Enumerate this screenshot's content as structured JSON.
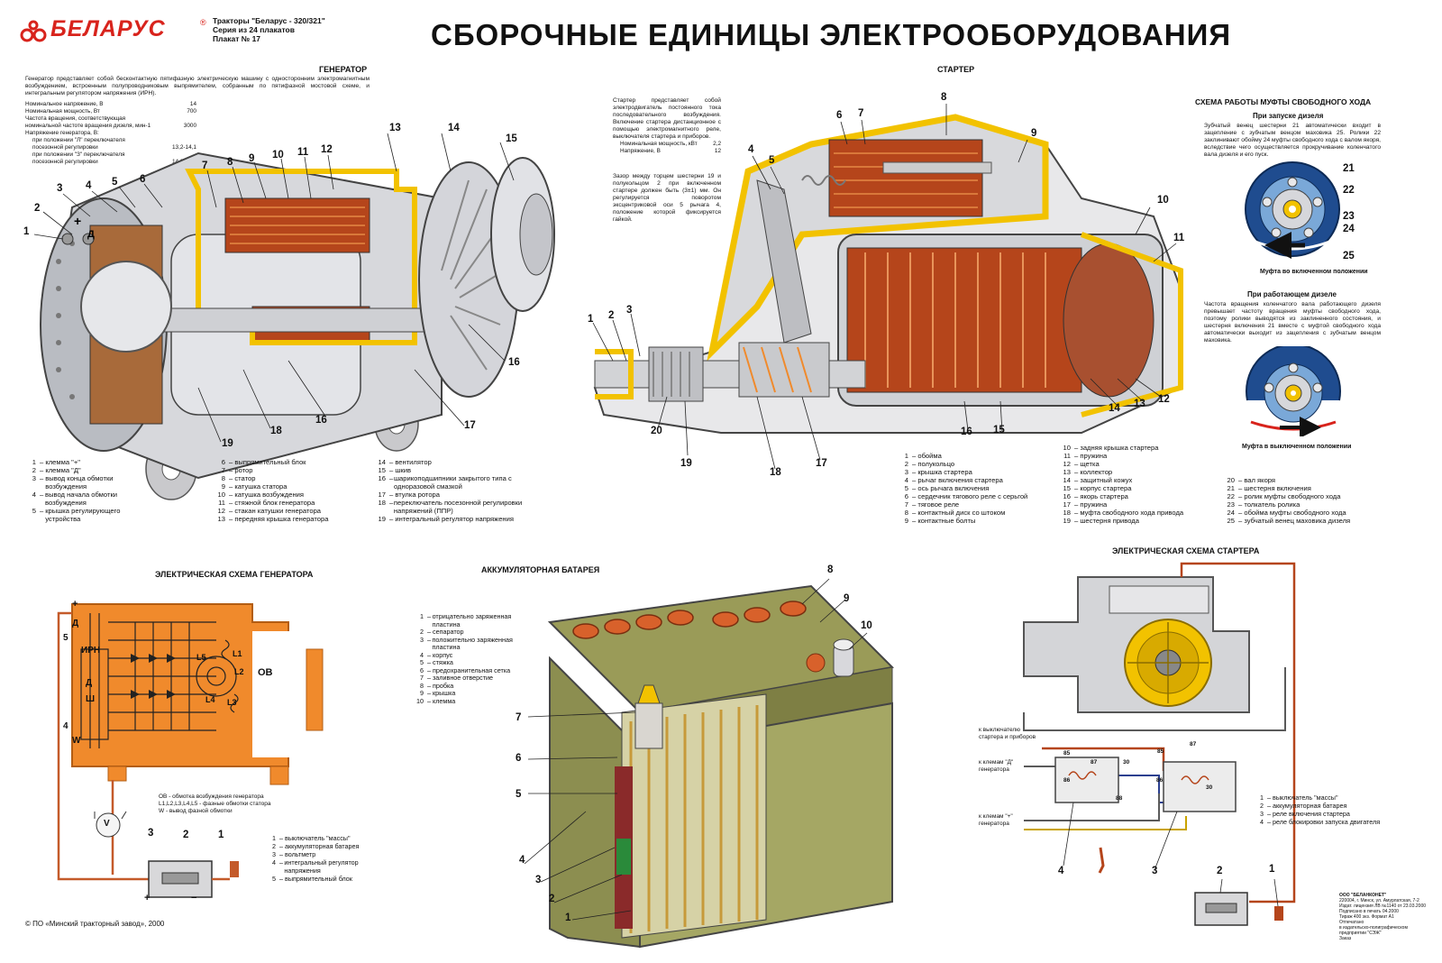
{
  "header": {
    "brand": "БЕЛАРУС",
    "series_lines": [
      "Тракторы \"Беларус - 320/321\"",
      "Серия из 24 плакатов",
      "Плакат № 17"
    ],
    "title": "СБОРОЧНЫЕ ЕДИНИЦЫ ЭЛЕКТРООБОРУДОВАНИЯ"
  },
  "generator": {
    "title": "ГЕНЕРАТОР",
    "description": "Генератор представляет собой бесконтактную пятифазную электрическую машину с односторонним электромагнитным возбуждением, встроенным полупроводниковым выпрямителем, собранным по пятифазной мостовой схеме, и интегральным регулятором напряжения (ИРН).",
    "specs": [
      {
        "label": "Номинальное напряжение, В",
        "value": "14"
      },
      {
        "label": "Номинальная мощность, Вт",
        "value": "700"
      },
      {
        "label": "Частота вращения, соответствующая",
        "value": ""
      },
      {
        "label": "номинальной частоте вращения дизеля, мин-1",
        "value": "3000"
      },
      {
        "label": "Напряжение генератора, В:",
        "value": ""
      },
      {
        "label": "при положении \"Л\" переключателя",
        "value": ""
      },
      {
        "label": "посезонной регулировки",
        "value": "13,2-14,1"
      },
      {
        "label": "при положении \"З\" переключателя",
        "value": ""
      },
      {
        "label": "посезонной регулировки",
        "value": "14,3-15,2"
      }
    ],
    "callouts": [
      "1",
      "2",
      "3",
      "4",
      "5",
      "6",
      "7",
      "8",
      "9",
      "10",
      "11",
      "12",
      "13",
      "14",
      "15",
      "16",
      "16",
      "17",
      "18",
      "19"
    ],
    "sign_plus": "+",
    "sign_d": "Д",
    "legend_col1": [
      {
        "n": "1",
        "t": "клемма \"+\""
      },
      {
        "n": "2",
        "t": "клемма \"Д\""
      },
      {
        "n": "3",
        "t": "вывод конца обмотки возбуждения"
      },
      {
        "n": "4",
        "t": "вывод начала обмотки возбуждения"
      },
      {
        "n": "5",
        "t": "крышка регулирующего устройства"
      }
    ],
    "legend_col2": [
      {
        "n": "6",
        "t": "выпрямительный блок"
      },
      {
        "n": "7",
        "t": "ротор"
      },
      {
        "n": "8",
        "t": "статор"
      },
      {
        "n": "9",
        "t": "катушка статора"
      },
      {
        "n": "10",
        "t": "катушка возбуждения"
      },
      {
        "n": "11",
        "t": "стяжной блок генератора"
      },
      {
        "n": "12",
        "t": "стакан катушки генератора"
      },
      {
        "n": "13",
        "t": "передняя крышка генератора"
      }
    ],
    "legend_col3": [
      {
        "n": "14",
        "t": "вентилятор"
      },
      {
        "n": "15",
        "t": "шкив"
      },
      {
        "n": "16",
        "t": "шарикоподшипники закрытого типа с одноразовой смазкой"
      },
      {
        "n": "17",
        "t": "втулка ротора"
      },
      {
        "n": "18",
        "t": "переключатель посезонной регулировки напряжений (ППР)"
      },
      {
        "n": "19",
        "t": "интегральный регулятор напряжения"
      }
    ]
  },
  "starter": {
    "title": "СТАРТЕР",
    "description": "Стартер представляет собой электродвигатель постоянного тока последовательного возбуждения. Включение стартера дистанционное с помощью электромагнитного реле, выключателя стартера и приборов.",
    "specs": [
      {
        "label": "Номинальная мощность, кВт",
        "value": "2,2"
      },
      {
        "label": "Напряжение, В",
        "value": "12"
      }
    ],
    "gap_note": "Зазор между торцем шестерни 19 и полукольцом 2 при включенном стартере должен быть (3±1) мм. Он регулируется поворотом эксцентриковой оси 5 рычага 4, положение которой фиксируется гайкой.",
    "callouts": [
      "1",
      "2",
      "3",
      "4",
      "5",
      "6",
      "7",
      "8",
      "9",
      "10",
      "11",
      "12",
      "13",
      "14",
      "15",
      "16",
      "17",
      "18",
      "19",
      "20"
    ],
    "legend_col1": [
      {
        "n": "1",
        "t": "обойма"
      },
      {
        "n": "2",
        "t": "полукольцо"
      },
      {
        "n": "3",
        "t": "крышка стартера"
      },
      {
        "n": "4",
        "t": "рычаг включения стартера"
      },
      {
        "n": "5",
        "t": "ось рычага включения"
      },
      {
        "n": "6",
        "t": "сердечник тягового реле с серьгой"
      },
      {
        "n": "7",
        "t": "тяговое реле"
      },
      {
        "n": "8",
        "t": "контактный диск со штоком"
      },
      {
        "n": "9",
        "t": "контактные болты"
      }
    ],
    "legend_col2": [
      {
        "n": "10",
        "t": "задняя крышка стартера"
      },
      {
        "n": "11",
        "t": "пружина"
      },
      {
        "n": "12",
        "t": "щетка"
      },
      {
        "n": "13",
        "t": "коллектор"
      },
      {
        "n": "14",
        "t": "защитный кожух"
      },
      {
        "n": "15",
        "t": "корпус стартера"
      },
      {
        "n": "16",
        "t": "якорь стартера"
      },
      {
        "n": "17",
        "t": "пружина"
      },
      {
        "n": "18",
        "t": "муфта свободного хода привода"
      },
      {
        "n": "19",
        "t": "шестерня привода"
      }
    ],
    "legend_col3": [
      {
        "n": "20",
        "t": "вал якоря"
      },
      {
        "n": "21",
        "t": "шестерня включения"
      },
      {
        "n": "22",
        "t": "ролик муфты свободного хода"
      },
      {
        "n": "23",
        "t": "толкатель ролика"
      },
      {
        "n": "24",
        "t": "обойма муфты свободного хода"
      },
      {
        "n": "25",
        "t": "зубчатый венец маховика дизеля"
      }
    ]
  },
  "clutch": {
    "title": "СХЕМА РАБОТЫ МУФТЫ СВОБОДНОГО ХОДА",
    "start_title": "При запуске дизеля",
    "start_text": "Зубчатый венец шестерни 21 автоматически входит в зацепление с зубчатым венцом маховика 25. Ролики 22 заклинивают обойму 24 муфты свободного хода с валом якоря, вследствие чего осуществляется прокручивание коленчатого вала дизеля и его пуск.",
    "callouts": [
      "21",
      "22",
      "23",
      "24",
      "25"
    ],
    "caption1": "Муфта во включенном положении",
    "run_title": "При работающем дизеле",
    "run_text": "Частота вращения коленчатого вала работающего дизеля превышает частоту вращения муфты свободного хода, поэтому ролики выводятся из заклиненного состояния, и шестерня включения 21 вместе с муфтой свободного хода автоматически выходит из зацепления с зубчатым венцом маховика.",
    "caption2": "Муфта в выключенном положении"
  },
  "gen_scheme": {
    "title": "ЭЛЕКТРИЧЕСКАЯ СХЕМА ГЕНЕРАТОРА",
    "terminals": [
      "+",
      "Д",
      "5",
      "ИРН",
      "Д",
      "Ш",
      "4",
      "W"
    ],
    "coil_labels": [
      "L5",
      "L1",
      "L2",
      "L4",
      "L3",
      "ОВ"
    ],
    "notes": [
      "ОВ - обмотка возбуждения генератора",
      "L1,L2,L3,L4,L5 - фазные обмотки статора",
      "W - вывод фазной обмотки"
    ],
    "callouts": [
      "1",
      "2",
      "3"
    ],
    "voltmeter": "V",
    "batt_signs": [
      "+",
      "−"
    ],
    "legend": [
      {
        "n": "1",
        "t": "выключатель \"массы\""
      },
      {
        "n": "2",
        "t": "аккумуляторная батарея"
      },
      {
        "n": "3",
        "t": "вольтметр"
      },
      {
        "n": "4",
        "t": "интегральный регулятор напряжения"
      },
      {
        "n": "5",
        "t": "выпрямительный блок"
      }
    ]
  },
  "battery": {
    "title": "АККУМУЛЯТОРНАЯ БАТАРЕЯ",
    "legend": [
      {
        "n": "1",
        "t": "отрицательно заряженная пластина"
      },
      {
        "n": "2",
        "t": "сепаратор"
      },
      {
        "n": "3",
        "t": "положительно заряженная пластина"
      },
      {
        "n": "4",
        "t": "корпус"
      },
      {
        "n": "5",
        "t": "стяжка"
      },
      {
        "n": "6",
        "t": "предохранительная сетка"
      },
      {
        "n": "7",
        "t": "заливное отверстие"
      },
      {
        "n": "8",
        "t": "пробка"
      },
      {
        "n": "9",
        "t": "крышка"
      },
      {
        "n": "10",
        "t": "клемма"
      }
    ],
    "callouts": [
      "1",
      "2",
      "3",
      "4",
      "5",
      "6",
      "7",
      "8",
      "9",
      "10"
    ]
  },
  "starter_scheme": {
    "title": "ЭЛЕКТРИЧЕСКАЯ СХЕМА СТАРТЕРА",
    "wire_labels": [
      "к выключателю стартера и приборов",
      "к клемам \"Д\" генератора",
      "к клемам \"+\" генератора"
    ],
    "relay_pins": [
      "85",
      "87",
      "86",
      "30",
      "88",
      "85",
      "87",
      "86",
      "30"
    ],
    "callouts": [
      "1",
      "2",
      "3",
      "4"
    ],
    "legend": [
      {
        "n": "1",
        "t": "выключатель \"массы\""
      },
      {
        "n": "2",
        "t": "аккумуляторная батарея"
      },
      {
        "n": "3",
        "t": "реле включения стартера"
      },
      {
        "n": "4",
        "t": "реле блокировки запуска двигателя"
      }
    ]
  },
  "footer": {
    "copyright": "© ПО «Минский тракторный завод», 2000",
    "publisher": [
      "ООО \"БЕЛАНКОНЕТ\"",
      "220004, г. Минск, ул. Амурлатская, 7-2",
      "Издат. лицензия ЛВ №1140 от 23.03.2000",
      "Подписано в печать 04.2000",
      "Тираж 400 экз. Формат А1",
      "Отпечатано",
      "в издательско-полиграфическом",
      "предприятии \"СЭЖ\"",
      "Заказ"
    ]
  },
  "colors": {
    "brand_red": "#d8231c",
    "orange": "#f08a2c",
    "yellow": "#f2c200",
    "copper": "#b5451b",
    "blue": "#1f4c8f"
  }
}
